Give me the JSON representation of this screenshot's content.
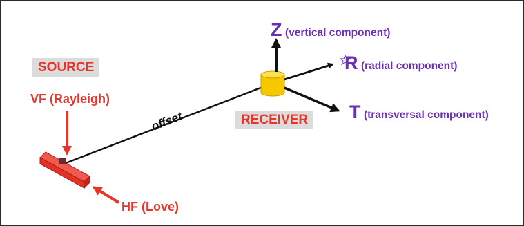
{
  "diagram": {
    "source_label": "SOURCE",
    "receiver_label": "RECEIVER",
    "vf_label": "VF (Rayleigh)",
    "hf_label": "HF (Love)",
    "offset_label": "offset",
    "z_letter": "Z",
    "z_desc": "(vertical component)",
    "r_letter": "R",
    "r_desc": "(radial component)",
    "t_letter": "T",
    "t_desc": "(transversal component)"
  },
  "colors": {
    "source_red": "#e8352a",
    "component_purple": "#6a2fb5",
    "receiver_yellow": "#f6c800",
    "label_box_gray": "#dcdcdc"
  }
}
